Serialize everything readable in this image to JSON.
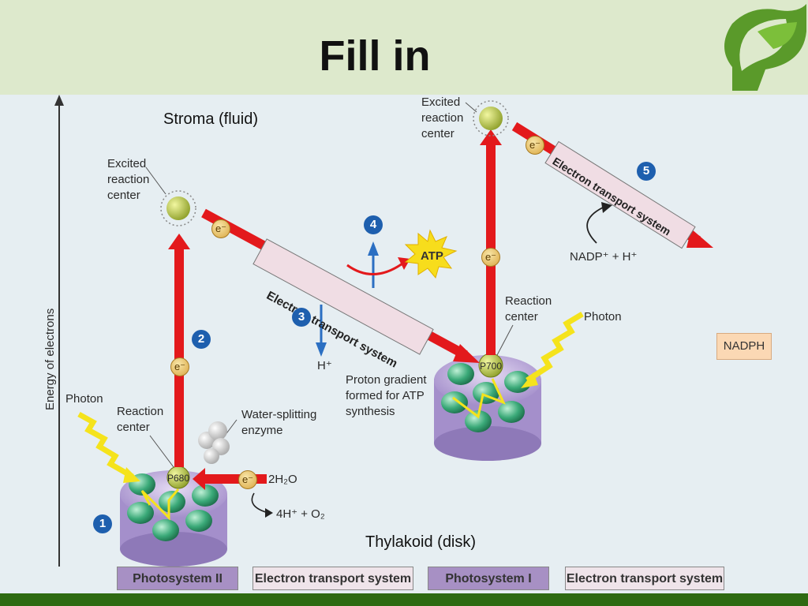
{
  "header": {
    "title": "Fill in",
    "accent_color": "#dde9cc",
    "logo_icon": "leaf-bulb-icon"
  },
  "footer": {
    "color": "#2e6a12"
  },
  "diagram": {
    "stroma_label": "Stroma (fluid)",
    "thylakoid_label": "Thylakoid (disk)",
    "axis_label": "Energy of electrons",
    "excited_center_left": [
      "Excited",
      "reaction",
      "center"
    ],
    "excited_center_right": [
      "Excited",
      "reaction",
      "center"
    ],
    "reaction_center_ps2": [
      "Reaction",
      "center"
    ],
    "reaction_center_ps1": [
      "Reaction",
      "center"
    ],
    "photon_left": "Photon",
    "photon_right": "Photon",
    "water_splitting": [
      "Water-splitting",
      "enzyme"
    ],
    "p680": "P680",
    "p700": "P700",
    "water": "2H₂O",
    "products": "4H⁺ + O₂",
    "electron": "e⁻",
    "ets_label": "Electron transport system",
    "atp": "ATP",
    "h_plus": "H⁺",
    "proton_gradient": [
      "Proton gradient",
      "formed for ATP",
      "synthesis"
    ],
    "nadp": "NADP⁺ + H⁺",
    "nadph": "NADPH",
    "steps": [
      "1",
      "2",
      "3",
      "4",
      "5"
    ],
    "colors": {
      "arrow_red": "#e3191c",
      "ets_box": "#f0dde4",
      "photosystem": "#b7a5d6",
      "pigment": "#3aa978",
      "reaction_center": "#b8c43a",
      "step_blue": "#1e5fae"
    }
  },
  "bottom_labels": [
    "Photosystem II",
    "Electron transport system",
    "Photosystem I",
    "Electron transport system"
  ]
}
